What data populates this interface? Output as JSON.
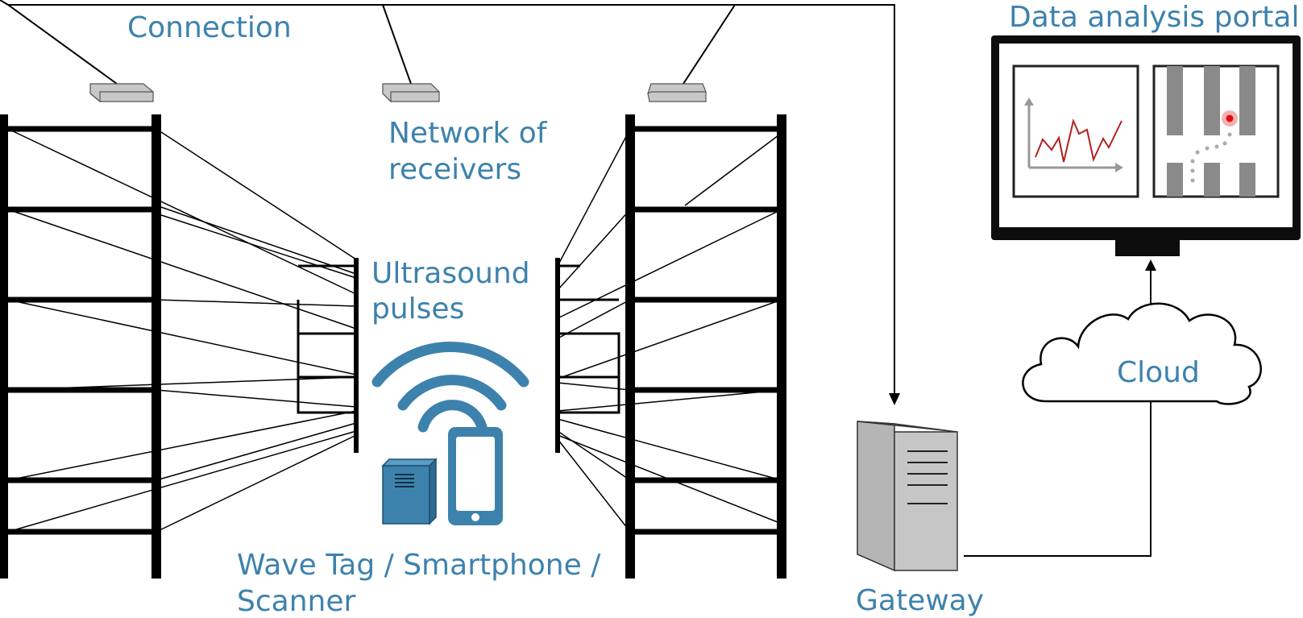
{
  "labels": {
    "connection": "Connection",
    "receivers_line1": "Network of",
    "receivers_line2": "receivers",
    "ultrasound_line1": "Ultrasound",
    "ultrasound_line2": "pulses",
    "devices_line1": "Wave Tag / Smartphone /",
    "devices_line2": "Scanner",
    "gateway": "Gateway",
    "cloud": "Cloud",
    "portal": "Data analysis portal"
  },
  "colors": {
    "label": "#3d82ad",
    "device": "#3d82ad",
    "device_dark": "#2f6a90",
    "shelf": "#000000",
    "receiver": "#c8c8c8",
    "gateway": "#c0c0c0",
    "monitor": "#0d0d0d",
    "chart_line": "#b32020",
    "chart_axis": "#999999",
    "map_block": "#8a8a8a",
    "marker": "#dd1111"
  },
  "icons": {
    "receiver": "receiver-box-icon",
    "wave": "wifi-signal-icon",
    "tag": "wave-tag-icon",
    "phone": "smartphone-icon",
    "gateway": "server-tower-icon",
    "cloud": "cloud-icon",
    "monitor": "monitor-icon"
  }
}
